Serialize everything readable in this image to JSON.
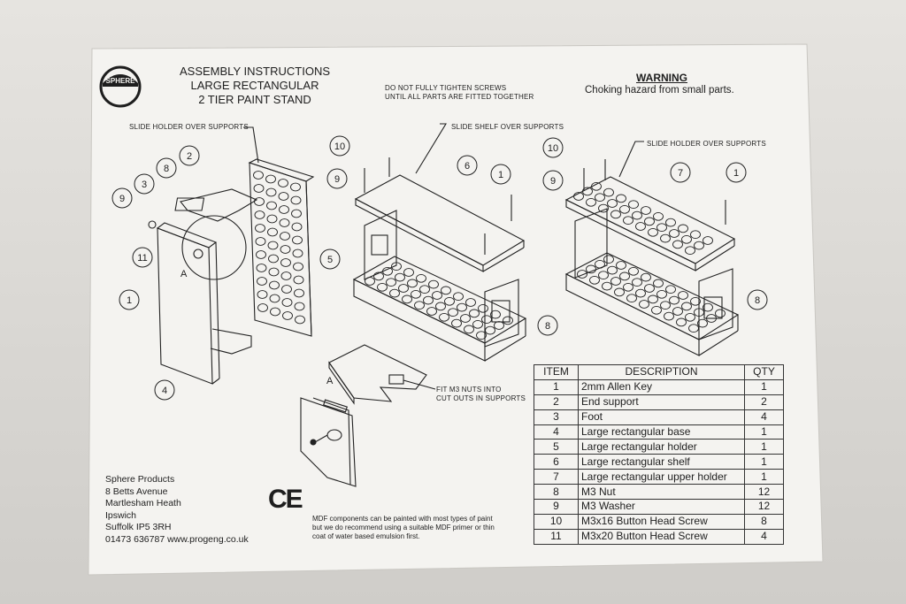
{
  "logo": {
    "text": "SPHERE"
  },
  "header": {
    "title_lines": [
      "ASSEMBLY INSTRUCTIONS",
      "LARGE RECTANGULAR",
      "2 TIER PAINT STAND"
    ],
    "screw_note_lines": [
      "DO NOT FULLY TIGHTEN SCREWS",
      "UNTIL ALL PARTS ARE FITTED TOGETHER"
    ],
    "warning_heading": "WARNING",
    "warning_text": "Choking hazard from small parts."
  },
  "diagram_labels": {
    "slide_holder_left": "SLIDE HOLDER OVER SUPPORTS",
    "slide_shelf": "SLIDE SHELF OVER SUPPORTS",
    "slide_holder_right": "SLIDE HOLDER OVER SUPPORTS",
    "fit_nuts_lines": [
      "FIT M3 NUTS INTO",
      "CUT OUTS IN SUPPORTS"
    ],
    "detail_a_1": "A",
    "detail_a_2": "A"
  },
  "callouts": {
    "left": [
      "9",
      "3",
      "8",
      "2",
      "11",
      "1",
      "5",
      "4"
    ],
    "middle": [
      "10",
      "9",
      "6",
      "1",
      "8"
    ],
    "right": [
      "10",
      "9",
      "7",
      "1",
      "8"
    ]
  },
  "parts_table": {
    "headers": {
      "item": "ITEM",
      "description": "DESCRIPTION",
      "qty": "QTY"
    },
    "rows": [
      {
        "item": "1",
        "description": "2mm Allen Key",
        "qty": "1"
      },
      {
        "item": "2",
        "description": "End support",
        "qty": "2"
      },
      {
        "item": "3",
        "description": "Foot",
        "qty": "4"
      },
      {
        "item": "4",
        "description": "Large rectangular base",
        "qty": "1"
      },
      {
        "item": "5",
        "description": "Large rectangular holder",
        "qty": "1"
      },
      {
        "item": "6",
        "description": "Large rectangular shelf",
        "qty": "1"
      },
      {
        "item": "7",
        "description": "Large rectangular upper holder",
        "qty": "1"
      },
      {
        "item": "8",
        "description": "M3 Nut",
        "qty": "12"
      },
      {
        "item": "9",
        "description": "M3 Washer",
        "qty": "12"
      },
      {
        "item": "10",
        "description": "M3x16 Button Head Screw",
        "qty": "8"
      },
      {
        "item": "11",
        "description": "M3x20 Button Head Screw",
        "qty": "4"
      }
    ]
  },
  "address": {
    "lines": [
      "Sphere Products",
      "8 Betts Avenue",
      "Martlesham Heath",
      "Ipswich",
      "Suffolk IP5 3RH",
      "01473 636787 www.progeng.co.uk"
    ]
  },
  "ce_mark": "CE",
  "mdf_note_lines": [
    "MDF components can be painted with most types of paint",
    "but we do recommend using a suitable MDF primer or thin",
    "coat of water based emulsion first."
  ],
  "colors": {
    "paper": "#f3f2ef",
    "ink": "#1e1e1e",
    "background": "#dcdad6"
  }
}
